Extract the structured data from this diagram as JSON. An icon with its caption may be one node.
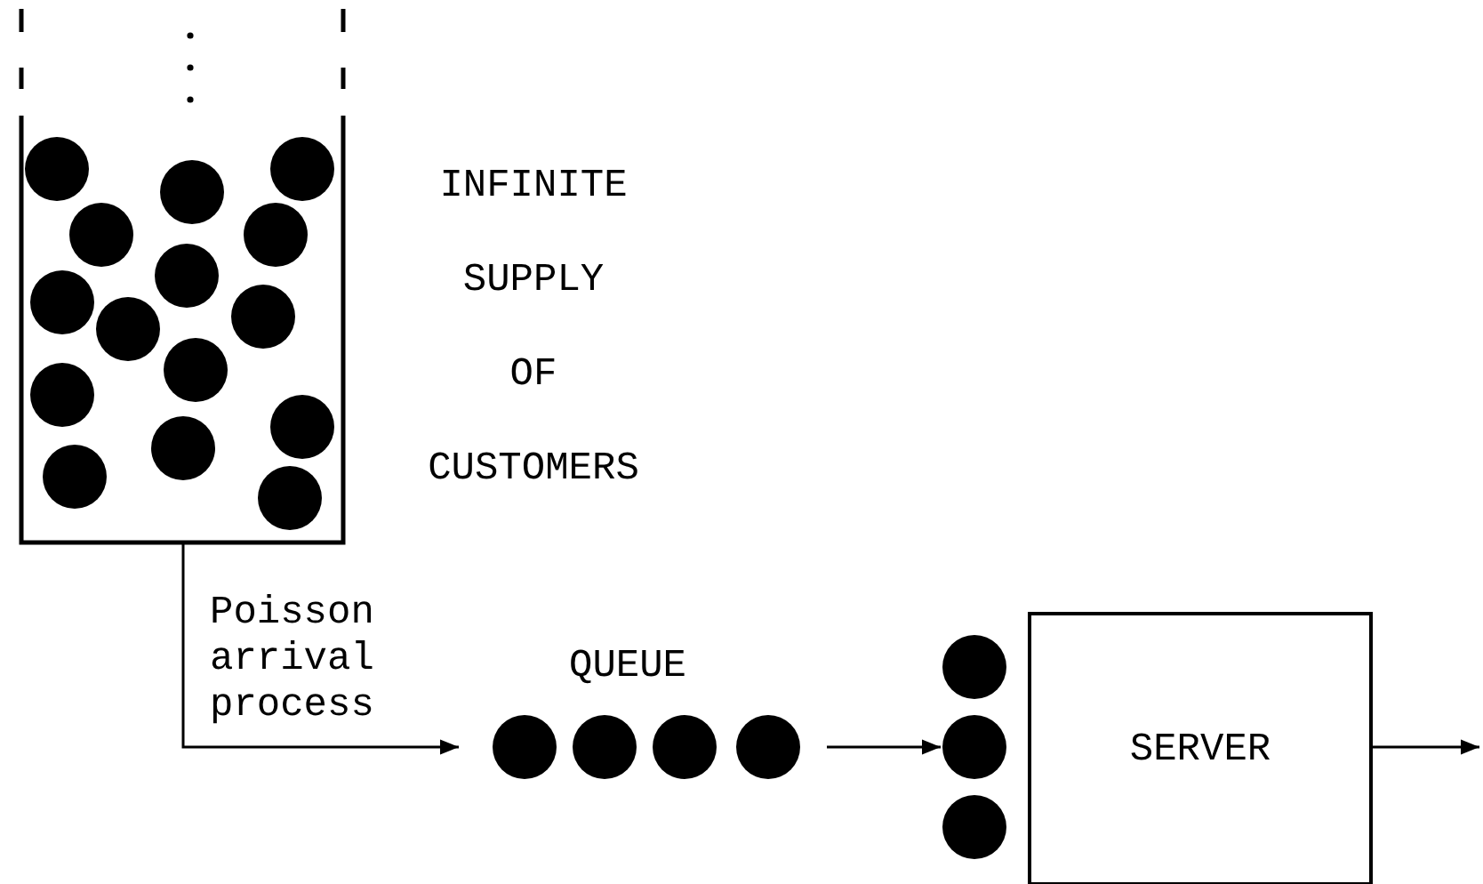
{
  "diagram": {
    "nodes": [
      {
        "text": [
          "INFINITE SUPPLY OF CUSTOMERS"
        ]
      },
      {
        "text": [
          "QUEUE"
        ]
      },
      {
        "text": [],
        "shape": "circle"
      },
      {
        "text": [
          "SERVER"
        ]
      }
    ],
    "edges": [
      {
        "from": 0,
        "to": 1,
        "arrow": "to",
        "label": "Poisson arrival process"
      },
      {
        "from": 1,
        "to": 2,
        "arrow": "to"
      },
      {
        "from": 3,
        "to": null,
        "arrow": "to"
      }
    ]
  }
}
